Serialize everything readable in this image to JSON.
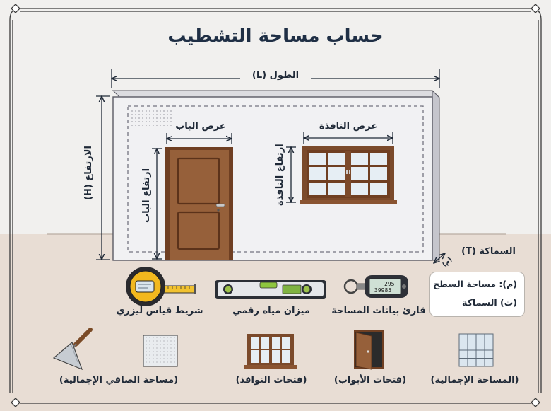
{
  "title": "حساب مساحة التشطيب",
  "labels": {
    "length": "الطول (L)",
    "height": "الارتفاع (H)",
    "door_width": "عرض الباب",
    "door_height": "ارتفاع الباب",
    "window_width": "عرض النافذة",
    "window_height": "ارتفاع النافذة",
    "thickness": "السماكة (T)",
    "thickness_symbol": "(م)"
  },
  "legend": {
    "line1": "(م): مساحة السطح",
    "line2": "(ت) السماكة"
  },
  "tools": [
    {
      "icon": "laser-tape-measure-icon",
      "label": "شريط قياس ليزري"
    },
    {
      "icon": "digital-spirit-level-icon",
      "label": "ميزان مياه رقمي"
    },
    {
      "icon": "area-data-reader-icon",
      "label": "قارئ بيانات المساحة",
      "display_top": "295",
      "display_bottom": "39985"
    }
  ],
  "steps": [
    {
      "icon": "trowel-icon",
      "label": "(مساحة الصافي الإجمالية)"
    },
    {
      "icon": "window-openings-icon",
      "label": "(فتحات النوافذ)"
    },
    {
      "icon": "door-openings-icon",
      "label": "(فتحات الأبواب)"
    },
    {
      "icon": "total-area-grid-icon",
      "label": "(المساحة الإجمالية)"
    }
  ],
  "colors": {
    "wall": "#f1f1f3",
    "floor": "#e8ddd4",
    "door": "#8a5431",
    "window": "#8a5431",
    "accent": "#1f2f45"
  }
}
